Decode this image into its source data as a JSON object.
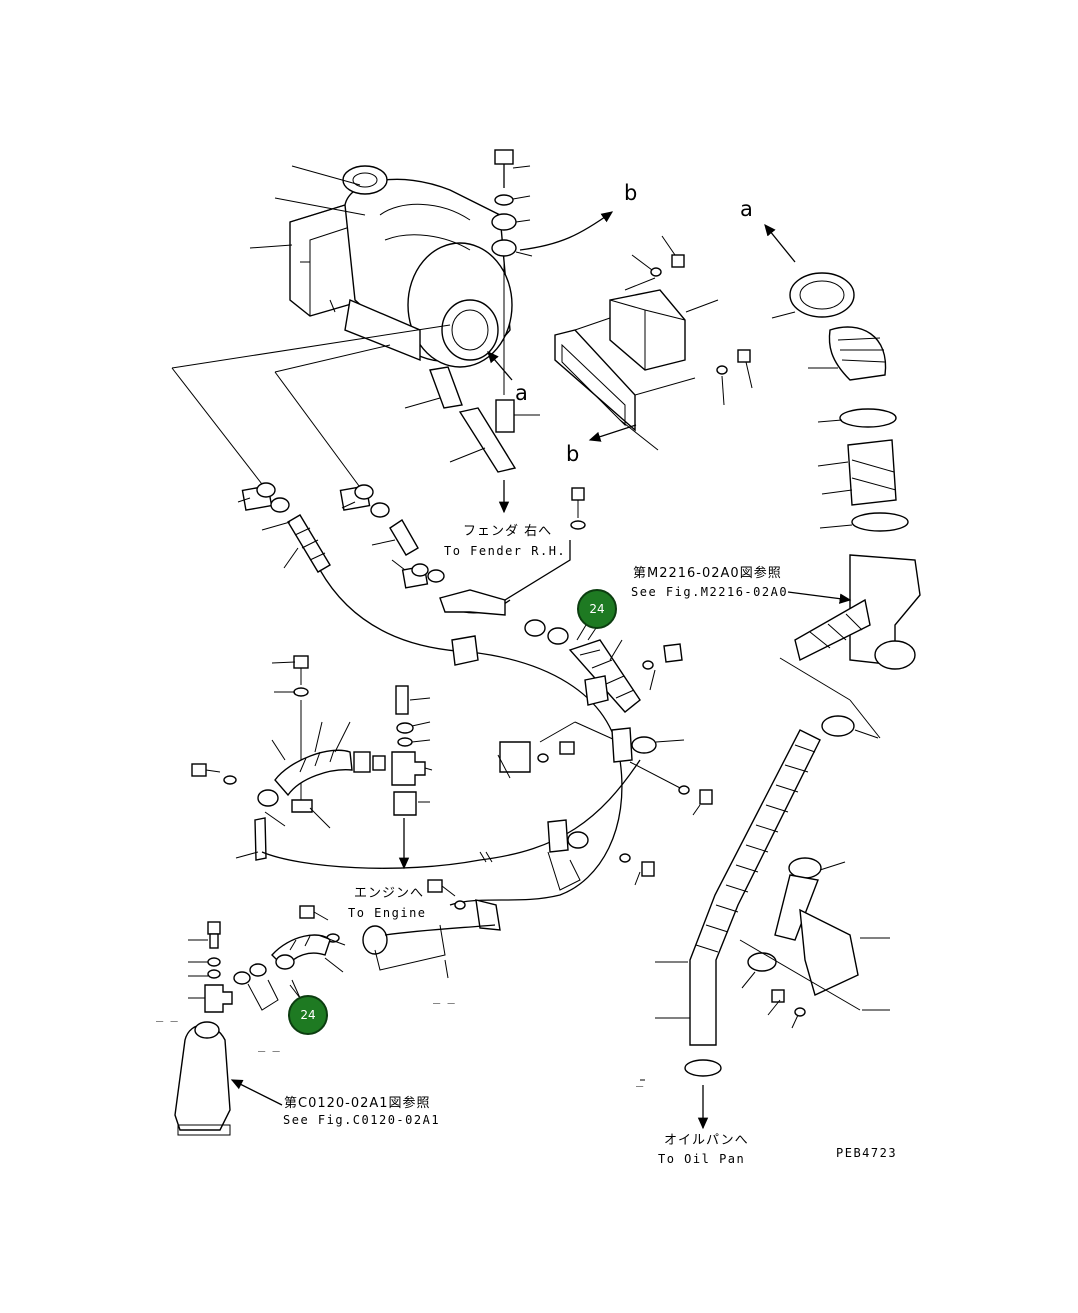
{
  "callouts": {
    "fender": {
      "jp": "フェンダ 右へ",
      "en": "To Fender R.H."
    },
    "engine": {
      "jp": "エンジンへ",
      "en": "To Engine"
    },
    "oil_pan": {
      "jp": "オイルパンへ",
      "en": "To Oil Pan"
    },
    "fig_m2216": {
      "jp": "第M2216-02A0図参照",
      "en": "See Fig.M2216-02A0"
    },
    "fig_c0120": {
      "jp": "第C0120-02A1図参照",
      "en": "See Fig.C0120-02A1"
    }
  },
  "letters": {
    "a_top": "a",
    "a_mid": "a",
    "b_top": "b",
    "b_mid": "b"
  },
  "badges": [
    {
      "label": "24",
      "color": "#1e7a22"
    },
    {
      "label": "24",
      "color": "#1e7a22"
    }
  ],
  "dashes": {
    "d1": "_ _",
    "d2": "_ _",
    "d3": "_ _",
    "d4": "_"
  },
  "drawing_code": "PEB4723"
}
